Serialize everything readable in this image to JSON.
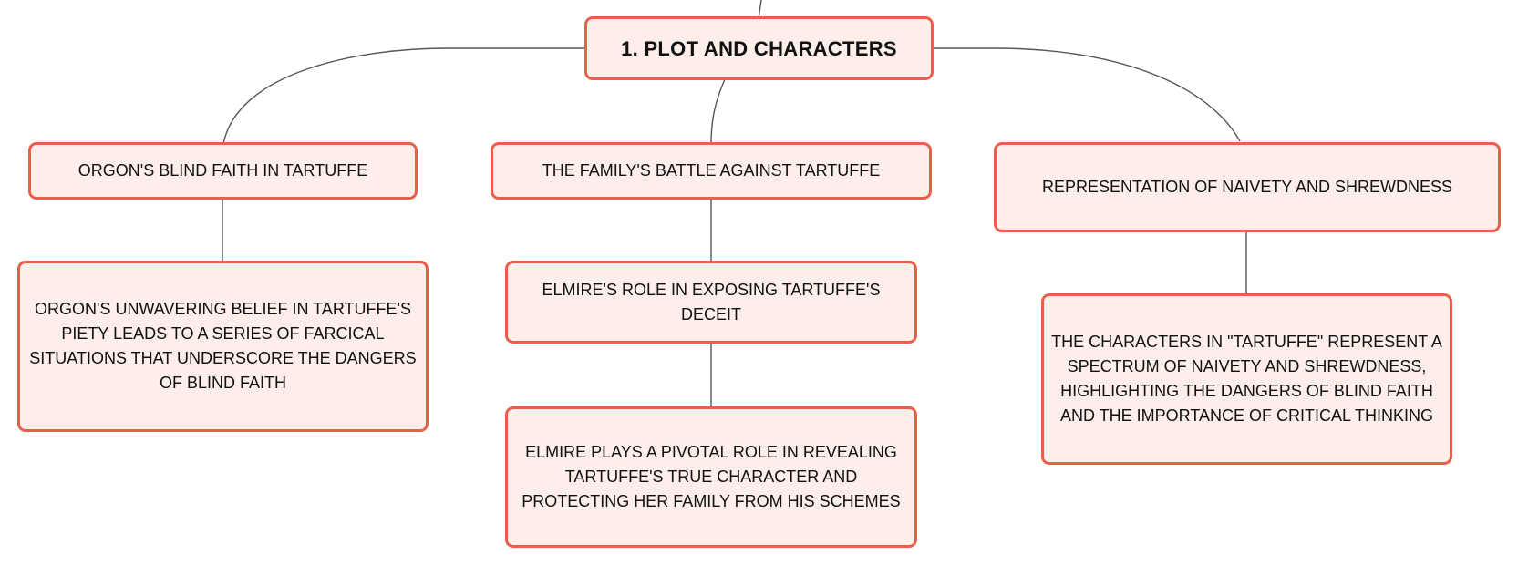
{
  "diagram": {
    "root": {
      "label": "1. PLOT AND CHARACTERS"
    },
    "branches": [
      {
        "label": "ORGON'S BLIND FAITH IN TARTUFFE",
        "children": [
          {
            "label": "ORGON'S UNWAVERING BELIEF IN TARTUFFE'S PIETY LEADS TO A SERIES OF FARCICAL SITUATIONS THAT UNDERSCORE THE DANGERS OF BLIND FAITH"
          }
        ]
      },
      {
        "label": "THE FAMILY'S BATTLE AGAINST TARTUFFE",
        "children": [
          {
            "label": "ELMIRE'S ROLE IN EXPOSING TARTUFFE'S DECEIT"
          },
          {
            "label": "ELMIRE PLAYS A PIVOTAL ROLE IN REVEALING TARTUFFE'S TRUE CHARACTER AND PROTECTING HER FAMILY FROM HIS SCHEMES"
          }
        ]
      },
      {
        "label": "REPRESENTATION OF NAIVETY AND SHREWDNESS",
        "children": [
          {
            "label": "THE CHARACTERS IN \"TARTUFFE\" REPRESENT A SPECTRUM OF NAIVETY AND SHREWDNESS, HIGHLIGHTING THE DANGERS OF BLIND FAITH AND THE IMPORTANCE OF CRITICAL THINKING"
          }
        ]
      }
    ],
    "colors": {
      "node_fill": "#fdeee9",
      "node_border": "#e8604c",
      "connector": "#555555",
      "text": "#111111"
    }
  }
}
